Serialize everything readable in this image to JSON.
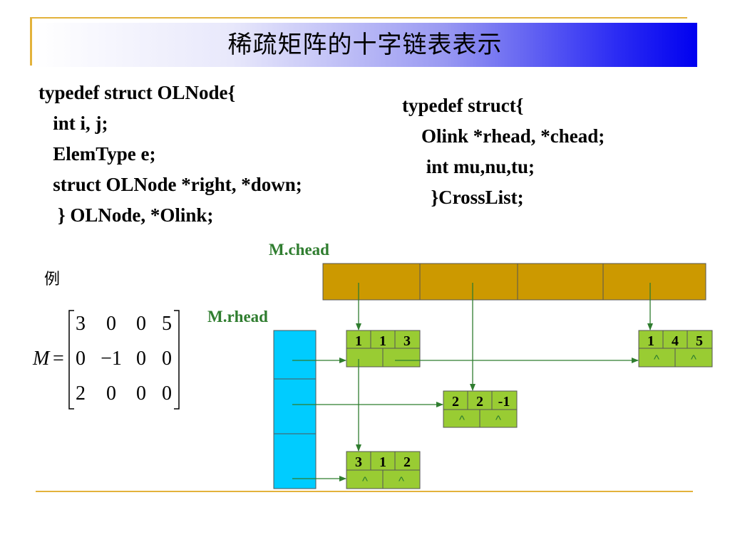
{
  "title": "稀疏矩阵的十字链表表示",
  "node_struct": [
    "typedef struct OLNode{",
    "   int i, j;",
    "   ElemType e;",
    "   struct OLNode *right, *down;",
    "    } OLNode, *Olink;"
  ],
  "list_struct": [
    "typedef struct{",
    "    Olink *rhead, *chead;",
    "     int mu,nu,tu;",
    "      }CrossList;"
  ],
  "labels": {
    "chead": "M.chead",
    "rhead": "M.rhead",
    "example": "例"
  },
  "matrix": {
    "name": "M",
    "equals": "=",
    "rows": [
      [
        "3",
        "0",
        "0",
        "5"
      ],
      [
        "0",
        "−1",
        "0",
        "0"
      ],
      [
        "2",
        "0",
        "0",
        "0"
      ]
    ]
  },
  "nodes": [
    {
      "i": "1",
      "j": "1",
      "e": "3",
      "right_null": "",
      "down_null": ""
    },
    {
      "i": "1",
      "j": "4",
      "e": "5",
      "right_null": "^",
      "down_null": "^"
    },
    {
      "i": "2",
      "j": "2",
      "e": "-1",
      "right_null": "^",
      "down_null": "^"
    },
    {
      "i": "3",
      "j": "1",
      "e": "2",
      "right_null": "^",
      "down_null": "^"
    }
  ],
  "colors": {
    "chead_fill": "#cc9900",
    "rhead_fill": "#00ccff",
    "node_fill": "#99cc33",
    "arrow": "#2f7d2f",
    "accent_rule": "#e3b23c"
  }
}
